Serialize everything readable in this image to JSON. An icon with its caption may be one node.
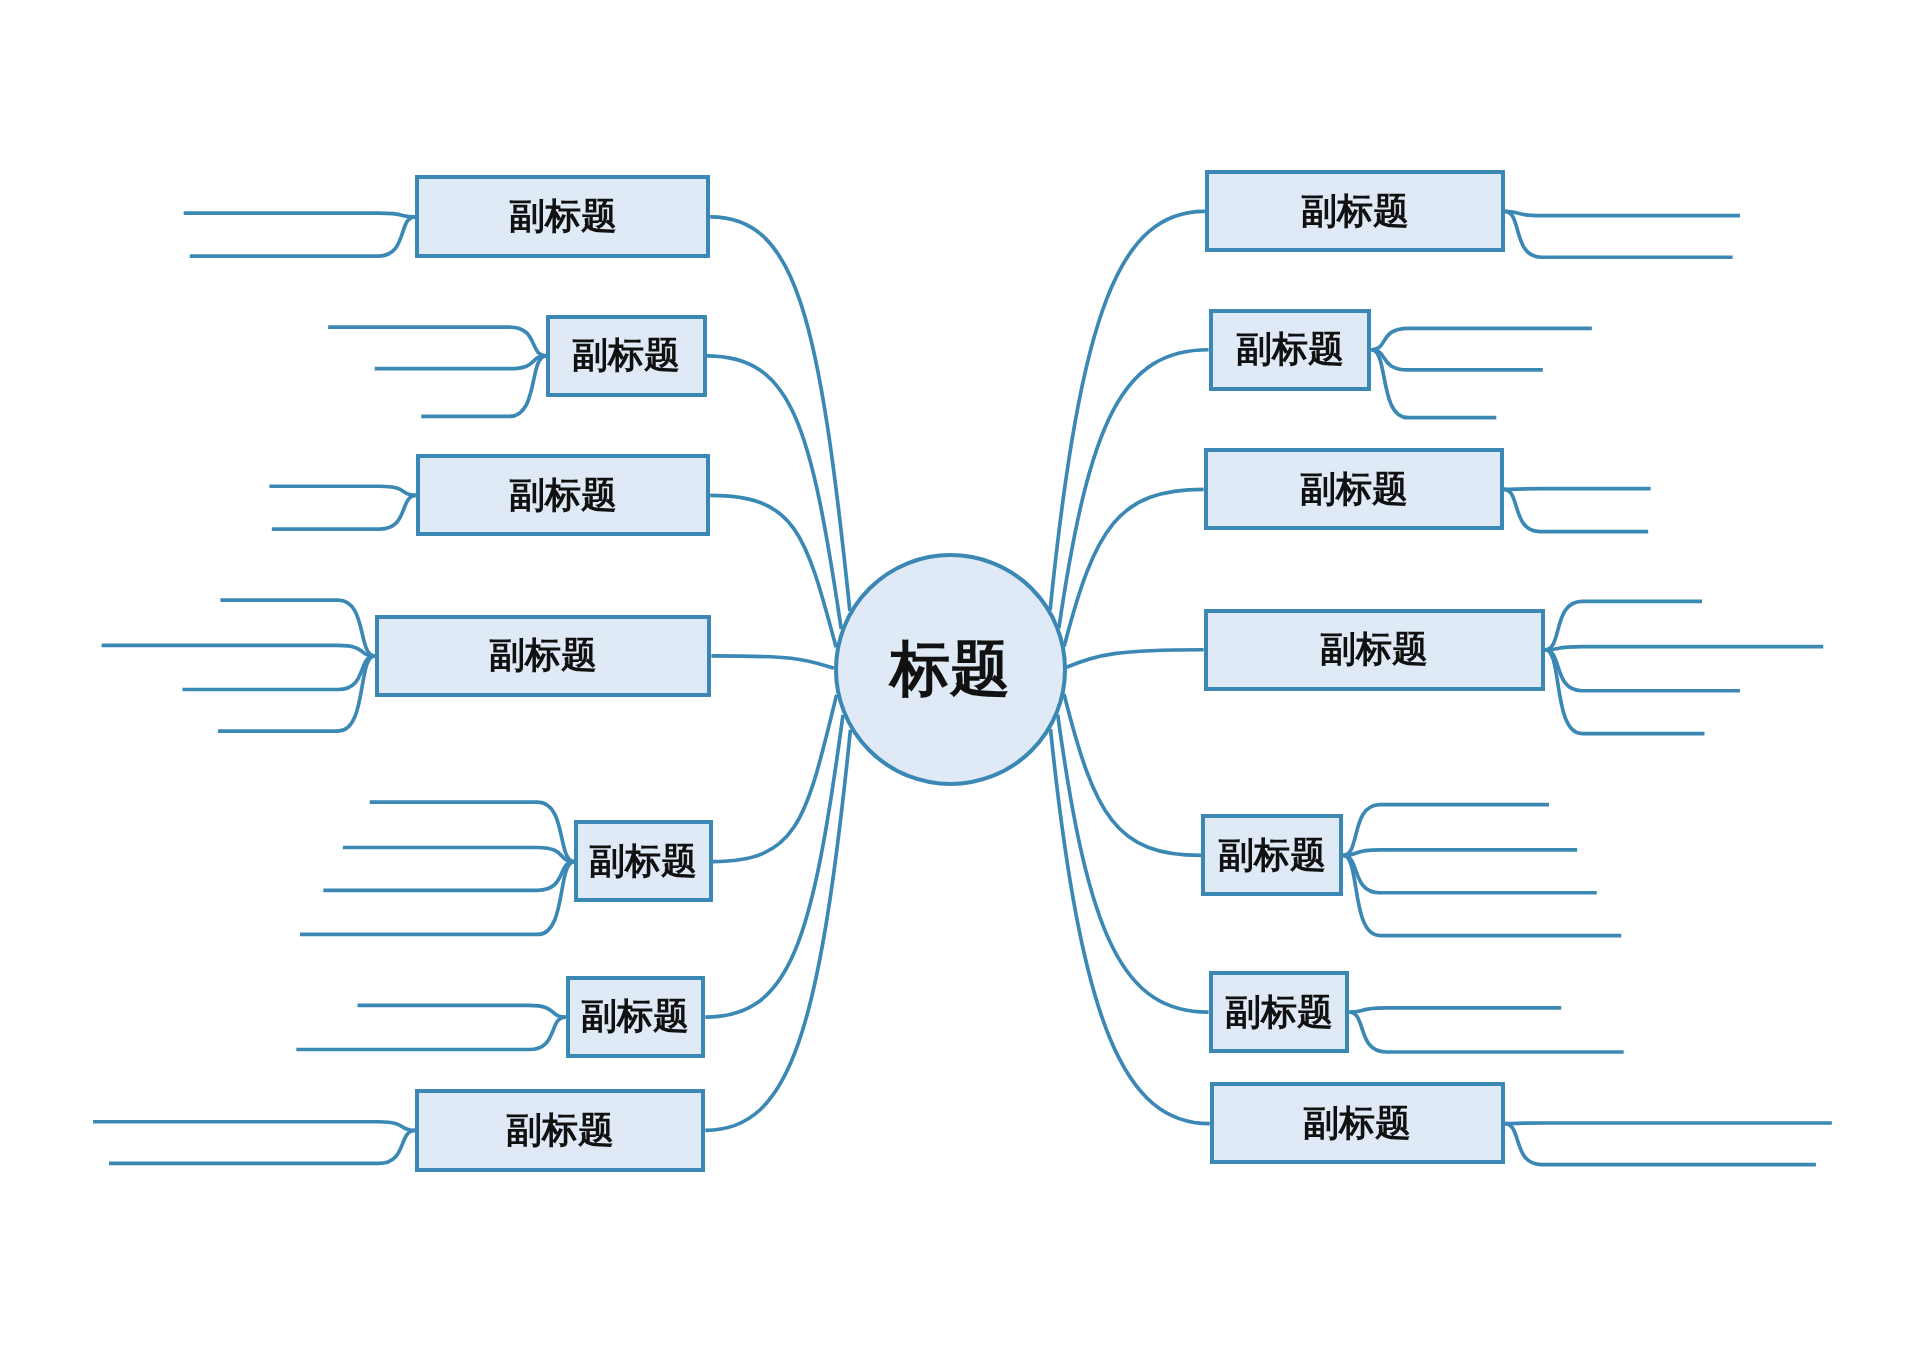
{
  "diagram": {
    "nodes": [
      {
        "text": [
          "标题"
        ]
      },
      {
        "text": [
          "副标题"
        ]
      },
      {
        "text": [
          "副标题"
        ]
      },
      {
        "text": [
          "副标题"
        ]
      },
      {
        "text": [
          "副标题"
        ]
      },
      {
        "text": [
          "副标题"
        ]
      },
      {
        "text": [
          "副标题"
        ]
      },
      {
        "text": [
          "副标题"
        ]
      },
      {
        "text": [
          "副标题"
        ]
      },
      {
        "text": [
          "副标题"
        ]
      },
      {
        "text": [
          "副标题"
        ]
      },
      {
        "text": [
          "副标题"
        ]
      },
      {
        "text": [
          "副标题"
        ]
      },
      {
        "text": [
          "副标题"
        ]
      },
      {
        "text": [
          "副标题"
        ]
      }
    ],
    "edges": [
      {
        "from": 0,
        "to": 1,
        "arrow": "none"
      },
      {
        "from": 0,
        "to": 2,
        "arrow": "none"
      },
      {
        "from": 0,
        "to": 3,
        "arrow": "none"
      },
      {
        "from": 0,
        "to": 4,
        "arrow": "none"
      },
      {
        "from": 0,
        "to": 5,
        "arrow": "none"
      },
      {
        "from": 0,
        "to": 6,
        "arrow": "none"
      },
      {
        "from": 0,
        "to": 7,
        "arrow": "none"
      },
      {
        "from": 0,
        "to": 8,
        "arrow": "none"
      },
      {
        "from": 0,
        "to": 9,
        "arrow": "none"
      },
      {
        "from": 0,
        "to": 10,
        "arrow": "none"
      },
      {
        "from": 0,
        "to": 11,
        "arrow": "none"
      },
      {
        "from": 0,
        "to": 12,
        "arrow": "none"
      },
      {
        "from": 0,
        "to": 13,
        "arrow": "none"
      },
      {
        "from": 0,
        "to": 14,
        "arrow": "none"
      },
      {
        "from": 1,
        "to": null,
        "arrow": "none"
      },
      {
        "from": 1,
        "to": null,
        "arrow": "none"
      },
      {
        "from": 2,
        "to": null,
        "arrow": "none"
      },
      {
        "from": 2,
        "to": null,
        "arrow": "none"
      },
      {
        "from": 2,
        "to": null,
        "arrow": "none"
      },
      {
        "from": 3,
        "to": null,
        "arrow": "none"
      },
      {
        "from": 3,
        "to": null,
        "arrow": "none"
      },
      {
        "from": 4,
        "to": null,
        "arrow": "none"
      },
      {
        "from": 4,
        "to": null,
        "arrow": "none"
      },
      {
        "from": 4,
        "to": null,
        "arrow": "none"
      },
      {
        "from": 4,
        "to": null,
        "arrow": "none"
      },
      {
        "from": 5,
        "to": null,
        "arrow": "none"
      },
      {
        "from": 5,
        "to": null,
        "arrow": "none"
      },
      {
        "from": 5,
        "to": null,
        "arrow": "none"
      },
      {
        "from": 5,
        "to": null,
        "arrow": "none"
      },
      {
        "from": 6,
        "to": null,
        "arrow": "none"
      },
      {
        "from": 6,
        "to": null,
        "arrow": "none"
      },
      {
        "from": 7,
        "to": null,
        "arrow": "none"
      },
      {
        "from": 7,
        "to": null,
        "arrow": "none"
      },
      {
        "from": 8,
        "to": null,
        "arrow": "none"
      },
      {
        "from": 8,
        "to": null,
        "arrow": "none"
      },
      {
        "from": 9,
        "to": null,
        "arrow": "none"
      },
      {
        "from": 9,
        "to": null,
        "arrow": "none"
      },
      {
        "from": 9,
        "to": null,
        "arrow": "none"
      },
      {
        "from": 10,
        "to": null,
        "arrow": "none"
      },
      {
        "from": 10,
        "to": null,
        "arrow": "none"
      },
      {
        "from": 11,
        "to": null,
        "arrow": "none"
      },
      {
        "from": 11,
        "to": null,
        "arrow": "none"
      },
      {
        "from": 11,
        "to": null,
        "arrow": "none"
      },
      {
        "from": 11,
        "to": null,
        "arrow": "none"
      },
      {
        "from": 12,
        "to": null,
        "arrow": "none"
      },
      {
        "from": 12,
        "to": null,
        "arrow": "none"
      },
      {
        "from": 12,
        "to": null,
        "arrow": "none"
      },
      {
        "from": 12,
        "to": null,
        "arrow": "none"
      },
      {
        "from": 13,
        "to": null,
        "arrow": "none"
      },
      {
        "from": 13,
        "to": null,
        "arrow": "none"
      },
      {
        "from": 14,
        "to": null,
        "arrow": "none"
      },
      {
        "from": 14,
        "to": null,
        "arrow": "none"
      }
    ]
  }
}
